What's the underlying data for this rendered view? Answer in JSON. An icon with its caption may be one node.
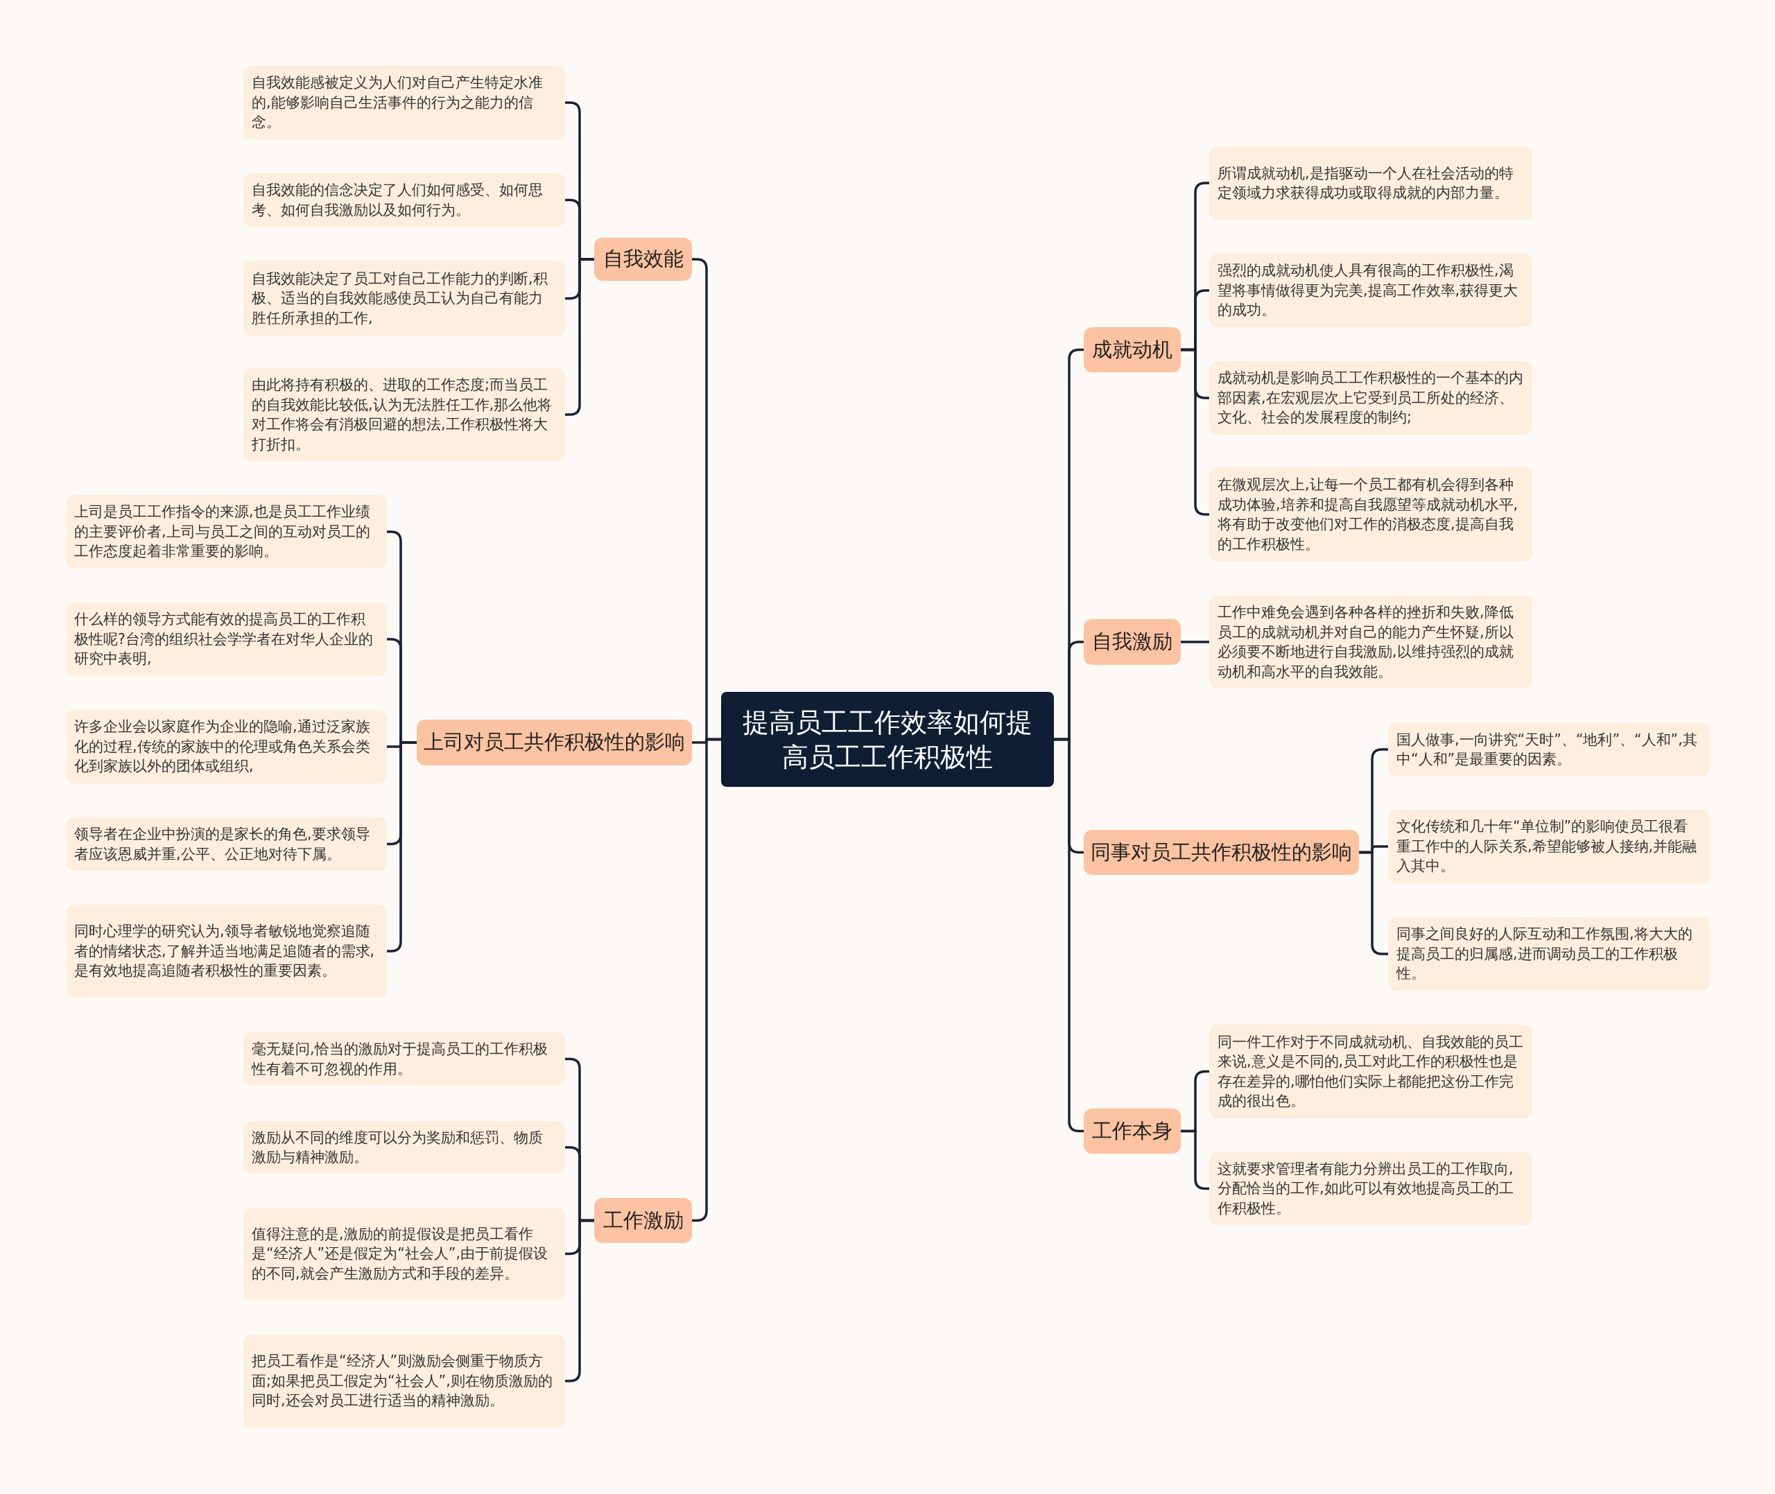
{
  "diagram": {
    "nodes": [
      {
        "text": [
          "提高员工工作效率如何提高员工工作积极性"
        ]
      },
      {
        "text": [
          "自我效能"
        ]
      },
      {
        "text": [
          "自我效能感被定义为人们对自己产生特定水准的,能够影响自己生活事件的行为之能力的信念。"
        ]
      },
      {
        "text": [
          "自我效能的信念决定了人们如何感受、如何思考、如何自我激励以及如何行为。"
        ]
      },
      {
        "text": [
          "自我效能决定了员工对自己工作能力的判断,积极、适当的自我效能感使员工认为自己有能力胜任所承担的工作,"
        ]
      },
      {
        "text": [
          "由此将持有积极的、进取的工作态度;而当员工的自我效能比较低,认为无法胜任工作,那么他将对工作将会有消极回避的想法,工作积极性将大打折扣。"
        ]
      },
      {
        "text": [
          "上司对员工共作积极性的影响"
        ]
      },
      {
        "text": [
          "上司是员工工作指令的来源,也是员工工作业绩的主要评价者,上司与员工之间的互动对员工的工作态度起着非常重要的影响。"
        ]
      },
      {
        "text": [
          "什么样的领导方式能有效的提高员工的工作积极性呢?台湾的组织社会学学者在对华人企业的研究中表明,"
        ]
      },
      {
        "text": [
          "许多企业会以家庭作为企业的隐喻,通过泛家族化的过程,传统的家族中的伦理或角色关系会类化到家族以外的团体或组织,"
        ]
      },
      {
        "text": [
          "领导者在企业中扮演的是家长的角色,要求领导者应该恩威并重,公平、公正地对待下属。"
        ]
      },
      {
        "text": [
          "同时心理学的研究认为,领导者敏锐地觉察追随者的情绪状态,了解并适当地满足追随者的需求,是有效地提高追随者积极性的重要因素。"
        ]
      },
      {
        "text": [
          "工作激励"
        ]
      },
      {
        "text": [
          "毫无疑问,恰当的激励对于提高员工的工作积极性有着不可忽视的作用。"
        ]
      },
      {
        "text": [
          "激励从不同的维度可以分为奖励和惩罚、物质激励与精神激励。"
        ]
      },
      {
        "text": [
          "值得注意的是,激励的前提假设是把员工看作是“经济人”还是假定为“社会人”,由于前提假设的不同,就会产生激励方式和手段的差异。"
        ]
      },
      {
        "text": [
          "把员工看作是“经济人”则激励会侧重于物质方面;如果把员工假定为“社会人”,则在物质激励的同时,还会对员工进行适当的精神激励。"
        ]
      },
      {
        "text": [
          "成就动机"
        ]
      },
      {
        "text": [
          "所谓成就动机,是指驱动一个人在社会活动的特定领域力求获得成功或取得成就的内部力量。"
        ]
      },
      {
        "text": [
          "强烈的成就动机使人具有很高的工作积极性,渴望将事情做得更为完美,提高工作效率,获得更大的成功。"
        ]
      },
      {
        "text": [
          "成就动机是影响员工工作积极性的一个基本的内部因素,在宏观层次上它受到员工所处的经济、文化、社会的发展程度的制约;"
        ]
      },
      {
        "text": [
          "在微观层次上,让每一个员工都有机会得到各种成功体验,培养和提高自我愿望等成就动机水平,将有助于改变他们对工作的消极态度,提高自我的工作积极性。"
        ]
      },
      {
        "text": [
          "自我激励"
        ]
      },
      {
        "text": [
          "工作中难免会遇到各种各样的挫折和失败,降低员工的成就动机并对自己的能力产生怀疑,所以必须要不断地进行自我激励,以维持强烈的成就动机和高水平的自我效能。"
        ]
      },
      {
        "text": [
          "同事对员工共作积极性的影响"
        ]
      },
      {
        "text": [
          "国人做事,一向讲究“天时”、“地利”、“人和”,其中“人和”是最重要的因素。"
        ]
      },
      {
        "text": [
          "文化传统和几十年“单位制”的影响使员工很看重工作中的人际关系,希望能够被人接纳,并能融入其中。"
        ]
      },
      {
        "text": [
          "同事之间良好的人际互动和工作氛围,将大大的提高员工的归属感,进而调动员工的工作积极性。"
        ]
      },
      {
        "text": [
          "工作本身"
        ]
      },
      {
        "text": [
          "同一件工作对于不同成就动机、自我效能的员工来说,意义是不同的,员工对此工作的积极性也是存在差异的,哪怕他们实际上都能把这份工作完成的很出色。"
        ]
      },
      {
        "text": [
          "这就要求管理者有能力分辨出员工的工作取向,分配恰当的工作,如此可以有效地提高员工的工作积极性。"
        ]
      }
    ],
    "edges": [
      {
        "from": 0,
        "to": 1,
        "arrow": "none"
      },
      {
        "from": 1,
        "to": 2,
        "arrow": "none"
      },
      {
        "from": 1,
        "to": 3,
        "arrow": "none"
      },
      {
        "from": 1,
        "to": 4,
        "arrow": "none"
      },
      {
        "from": 1,
        "to": 5,
        "arrow": "none"
      },
      {
        "from": 0,
        "to": 6,
        "arrow": "none"
      },
      {
        "from": 6,
        "to": 7,
        "arrow": "none"
      },
      {
        "from": 6,
        "to": 8,
        "arrow": "none"
      },
      {
        "from": 6,
        "to": 9,
        "arrow": "none"
      },
      {
        "from": 6,
        "to": 10,
        "arrow": "none"
      },
      {
        "from": 6,
        "to": 11,
        "arrow": "none"
      },
      {
        "from": 0,
        "to": 12,
        "arrow": "none"
      },
      {
        "from": 12,
        "to": 13,
        "arrow": "none"
      },
      {
        "from": 12,
        "to": 14,
        "arrow": "none"
      },
      {
        "from": 12,
        "to": 15,
        "arrow": "none"
      },
      {
        "from": 12,
        "to": 16,
        "arrow": "none"
      },
      {
        "from": 0,
        "to": 17,
        "arrow": "none"
      },
      {
        "from": 17,
        "to": 18,
        "arrow": "none"
      },
      {
        "from": 17,
        "to": 19,
        "arrow": "none"
      },
      {
        "from": 17,
        "to": 20,
        "arrow": "none"
      },
      {
        "from": 17,
        "to": 21,
        "arrow": "none"
      },
      {
        "from": 0,
        "to": 22,
        "arrow": "none"
      },
      {
        "from": 22,
        "to": 23,
        "arrow": "none"
      },
      {
        "from": 0,
        "to": 24,
        "arrow": "none"
      },
      {
        "from": 24,
        "to": 25,
        "arrow": "none"
      },
      {
        "from": 24,
        "to": 26,
        "arrow": "none"
      },
      {
        "from": 24,
        "to": 27,
        "arrow": "none"
      },
      {
        "from": 0,
        "to": 28,
        "arrow": "none"
      },
      {
        "from": 28,
        "to": 29,
        "arrow": "none"
      },
      {
        "from": 28,
        "to": 30,
        "arrow": "none"
      }
    ]
  }
}
